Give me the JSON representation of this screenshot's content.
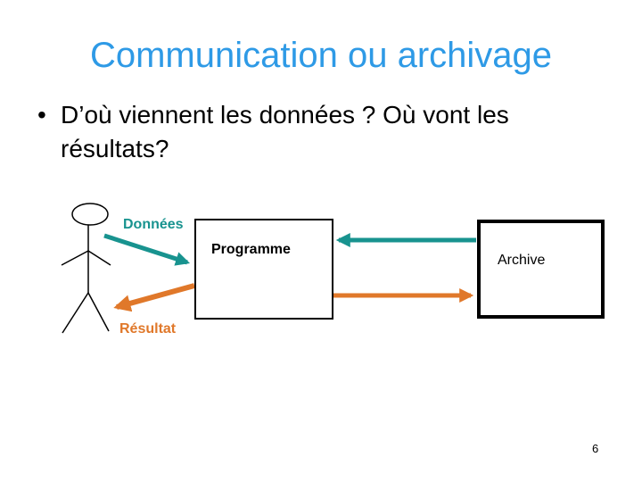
{
  "slide": {
    "title": "Communication ou archivage",
    "bullet_marker": "•",
    "body_text": "D’où viennent les données ? Où vont les résultats?",
    "page_number": "6"
  },
  "diagram": {
    "person_icon": "stick-figure-person",
    "labels": {
      "donnees": "Données",
      "programme": "Programme",
      "archive": "Archive",
      "resultat": "Résultat"
    },
    "flows": [
      {
        "name": "donnees",
        "from": "person",
        "to": "programme",
        "color": "#18938F"
      },
      {
        "name": "resultat",
        "from": "programme",
        "to": "person",
        "color": "#E0782A"
      },
      {
        "name": "archive-to-programme",
        "from": "archive",
        "to": "programme",
        "color": "#18938F"
      },
      {
        "name": "programme-to-archive",
        "from": "programme",
        "to": "archive",
        "color": "#E0782A"
      }
    ],
    "colors": {
      "title_blue": "#2E9AE6",
      "teal": "#18938F",
      "orange": "#E0782A",
      "box_border": "#000000"
    }
  }
}
